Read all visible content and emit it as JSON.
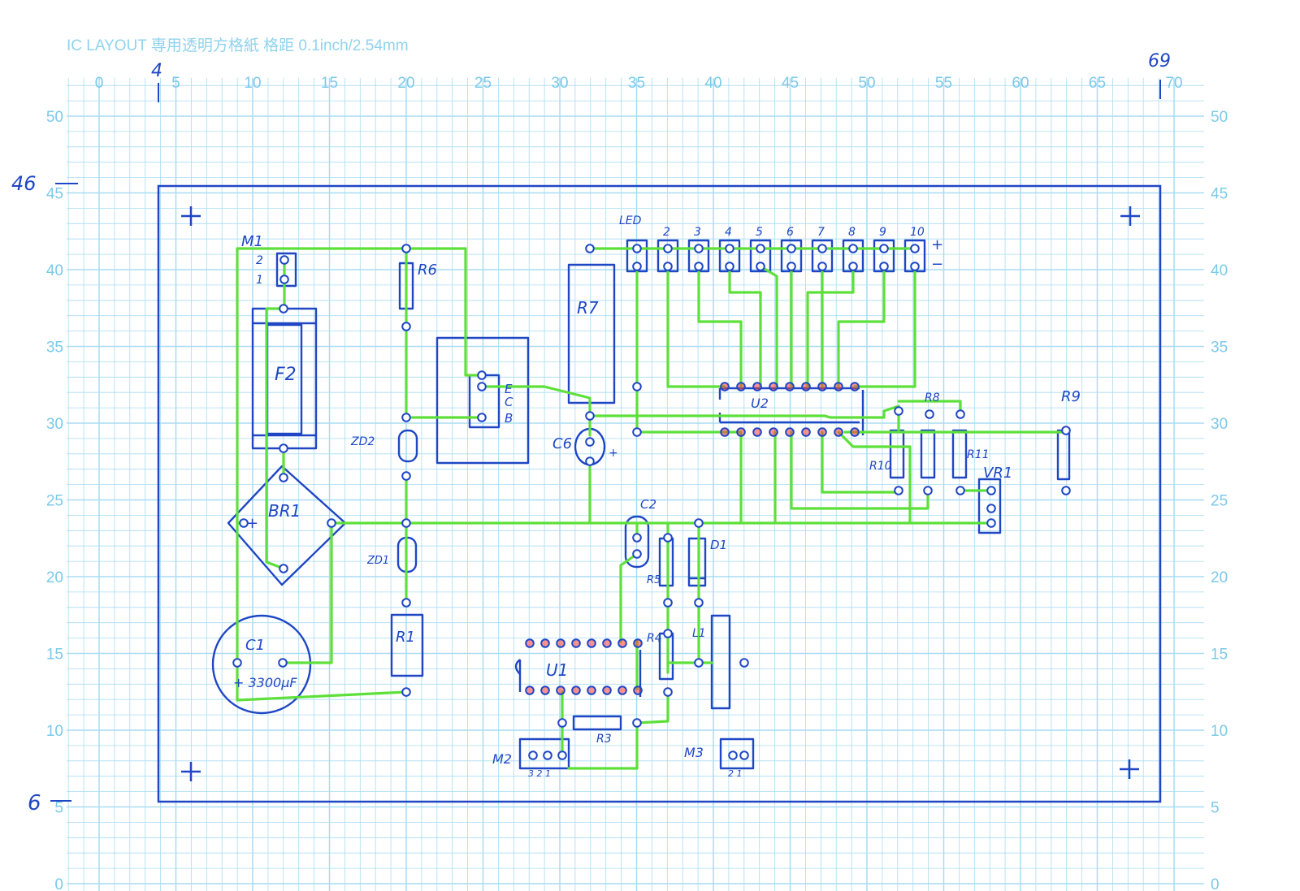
{
  "header": "IC  LAYOUT  専用透明方格紙   格距 0.1inch/2.54mm",
  "x_axis_labels": [
    "0",
    "5",
    "10",
    "15",
    "20",
    "25",
    "30",
    "35",
    "40",
    "45",
    "50",
    "55",
    "60",
    "65",
    "70"
  ],
  "y_axis_labels": [
    "50",
    "45",
    "40",
    "35",
    "30",
    "25",
    "20",
    "15",
    "10",
    "5",
    "0"
  ],
  "board_marks": {
    "left_x": "4",
    "right_x": "69",
    "top_y": "46",
    "bottom_y": "6"
  },
  "components": {
    "m1": "M1",
    "m1_pin2": "2",
    "m1_pin1": "1",
    "f2": "F2",
    "br1": "BR1",
    "br1_plus": "+",
    "c1": "C1",
    "c1_value": "+ 3300μF",
    "r6": "R6",
    "zd2": "ZD2",
    "zd1": "ZD1",
    "r1": "R1",
    "transistor_e": "E",
    "transistor_c": "C",
    "transistor_b": "B",
    "r7": "R7",
    "c6": "C6",
    "c6_plus": "+",
    "led": "LED",
    "led_numbers": [
      "2",
      "3",
      "4",
      "5",
      "6",
      "7",
      "8",
      "9",
      "10"
    ],
    "led_plus": "+",
    "led_minus": "−",
    "u2": "U2",
    "r10": "R10",
    "r8": "R8",
    "r11": "R11",
    "vr1": "VR1",
    "r9": "R9",
    "c2": "C2",
    "r5": "R5",
    "d1": "D1",
    "r4": "R4",
    "l1": "L1",
    "u1": "U1",
    "r3": "R3",
    "m2": "M2",
    "m2_pins": "3 2 1",
    "m3": "M3",
    "m3_pins": "2 1"
  },
  "colors": {
    "grid": "#a9dcf2",
    "grid_text": "#7cc9ea",
    "ink": "#1f47c4",
    "trace": "#5ee03a",
    "pad_fill": "#ff3b3b"
  }
}
